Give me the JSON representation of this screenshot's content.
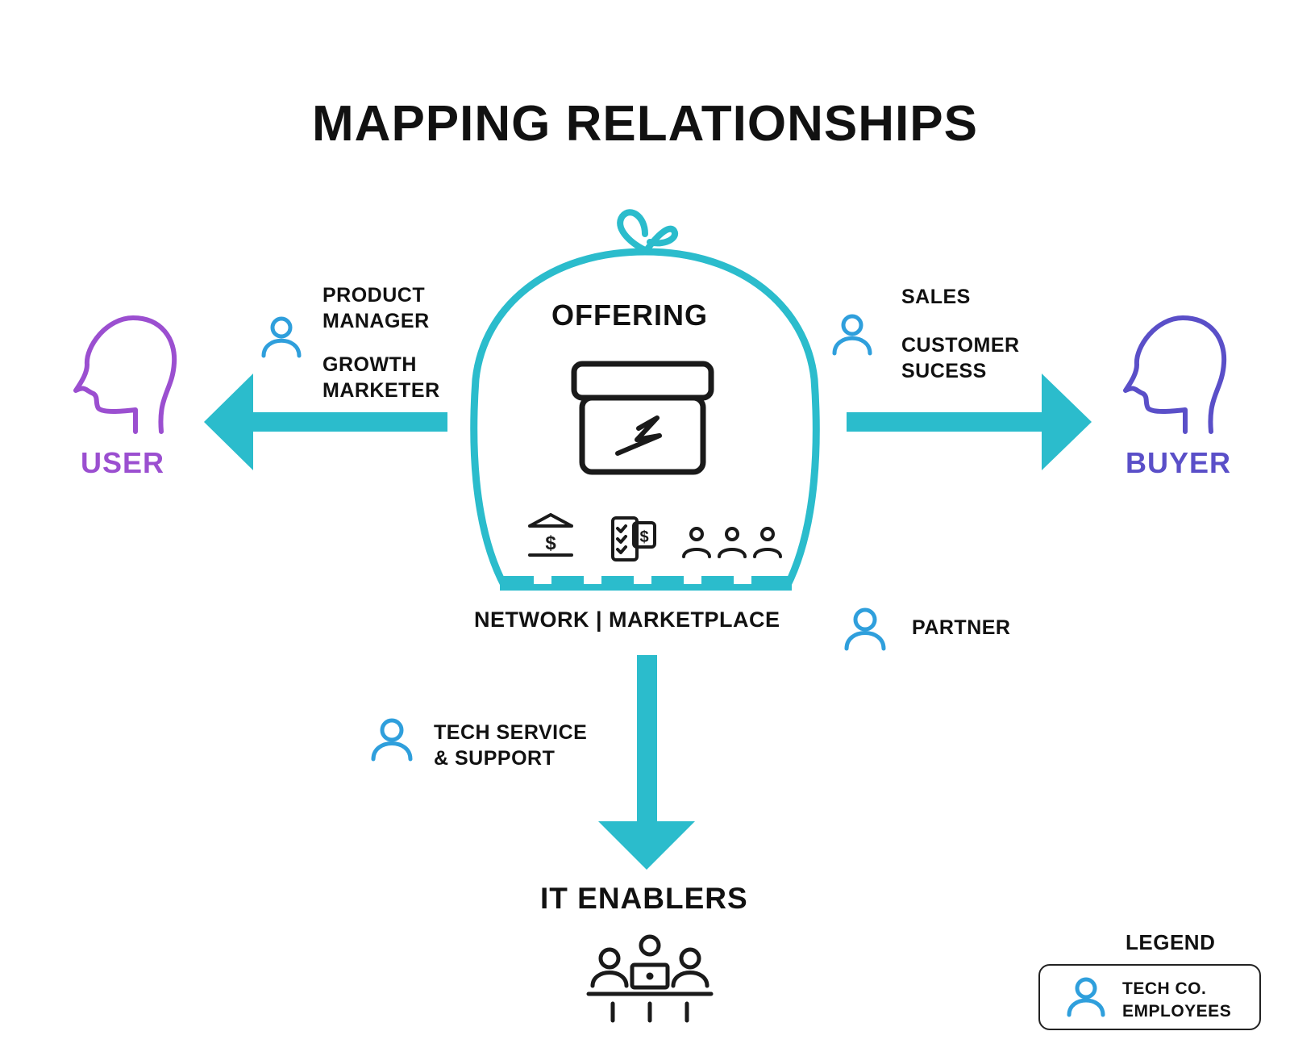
{
  "title": "MAPPING RELATIONSHIPS",
  "center": {
    "label": "OFFERING",
    "base_label": "NETWORK | MARKETPLACE"
  },
  "user": {
    "label": "USER",
    "roles": [
      [
        "PRODUCT",
        "MANAGER"
      ],
      [
        "GROWTH",
        "MARKETER"
      ]
    ]
  },
  "buyer": {
    "label": "BUYER",
    "roles": [
      [
        "SALES"
      ],
      [
        "CUSTOMER",
        "SUCESS"
      ]
    ]
  },
  "partner": {
    "label": "PARTNER"
  },
  "it": {
    "label": "IT ENABLERS",
    "roles": [
      [
        "TECH SERVICE",
        "& SUPPORT"
      ]
    ]
  },
  "legend": {
    "title": "LEGEND",
    "item": [
      "TECH CO.",
      "EMPLOYEES"
    ]
  },
  "colors": {
    "teal": "#2bbccc",
    "person_blue": "#2f9fdc",
    "user_purple": "#9b4fd0",
    "buyer_purple": "#5a4fc8",
    "icon_black": "#1a1a1a"
  },
  "icons": {
    "user_head": "head-profile-icon",
    "buyer_head": "head-profile-icon",
    "employee": "person-icon",
    "box": "box-lightning-icon",
    "bank": "bank-dollar-icon",
    "payment": "mobile-payment-icon",
    "group": "people-group-icon",
    "team": "team-laptop-icon"
  }
}
